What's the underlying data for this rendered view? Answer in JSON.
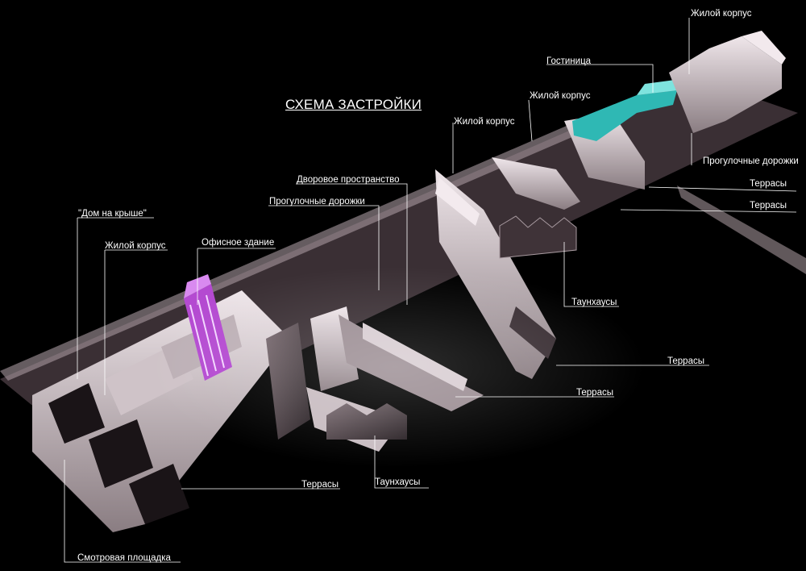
{
  "title": "СХЕМА ЗАСТРОЙКИ",
  "colors": {
    "background": "#000000",
    "building": "#d9cfd3",
    "office_accent": "#b44ad1",
    "hotel_accent": "#2fb8b4",
    "leader_line": "#ffffff"
  },
  "labels": {
    "residential_top": "Жилой корпус",
    "hotel": "Гостиница",
    "residential_mid": "Жилой корпус",
    "residential_upper_left": "Жилой корпус",
    "walkways_right": "Прогулочные дорожки",
    "terraces_r1": "Террасы",
    "terraces_r2": "Террасы",
    "courtyard": "Дворовое пространство",
    "walkways_center": "Прогулочные дорожки",
    "roof_house": "\"Дом на крыше\"",
    "residential_left": "Жилой корпус",
    "office": "Офисное здание",
    "townhouses_right": "Таунхаусы",
    "terraces_center_right": "Террасы",
    "terraces_center": "Террасы",
    "terraces_bottom": "Террасы",
    "townhouses_bottom": "Таунхаусы",
    "viewpoint": "Смотровая площадка"
  }
}
